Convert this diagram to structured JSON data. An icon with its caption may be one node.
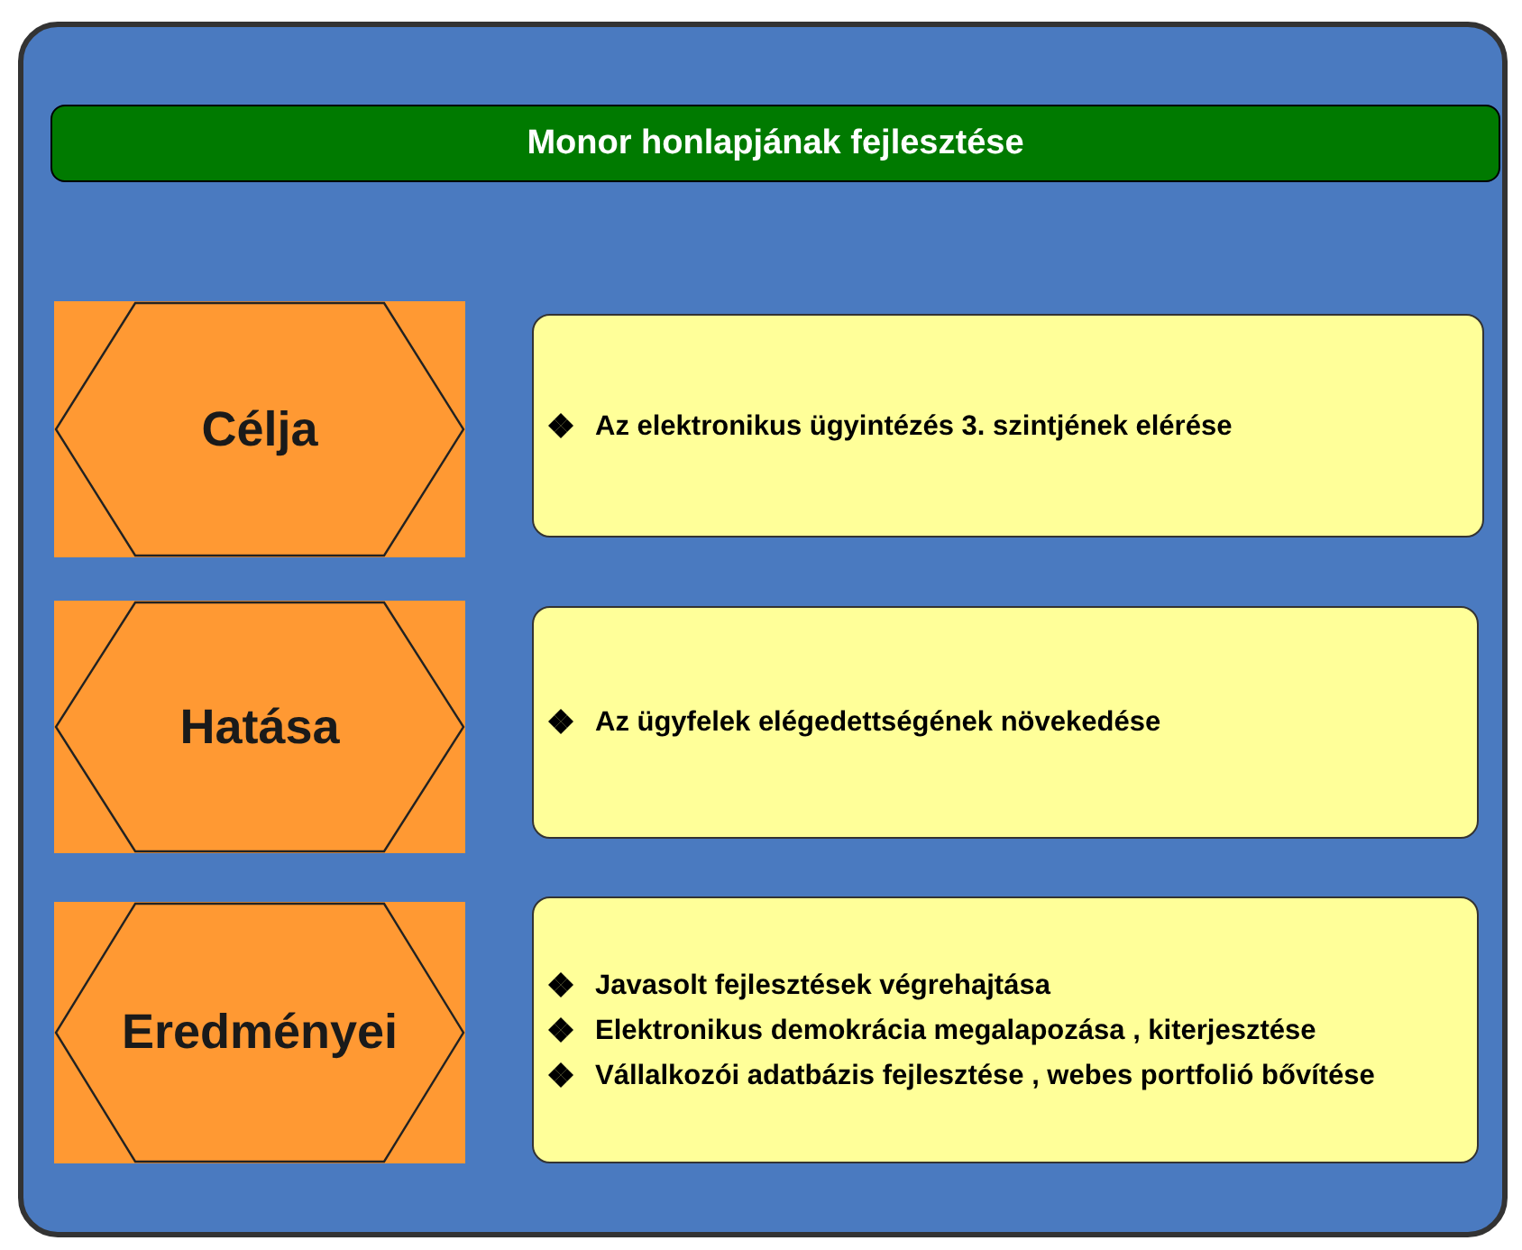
{
  "diagram": {
    "nodes": [
      {
        "text": [
          "Monor honlapjának fejlesztése"
        ]
      },
      {
        "text": [
          "Célja"
        ]
      },
      {
        "text": [
          "Az elektronikus ügyintézés 3. szintjének elérése"
        ]
      },
      {
        "text": [
          "Hatása"
        ]
      },
      {
        "text": [
          "Az ügyfelek elégedettségének növekedése"
        ]
      },
      {
        "text": [
          "Eredményei"
        ]
      },
      {
        "text": [
          "Javasolt fejlesztések végrehajtása",
          "Elektronikus demokrácia megalapozása , kiterjesztése",
          "Vállalkozói adatbázis fejlesztése , webes portfolió bővítése"
        ]
      }
    ],
    "edges": []
  }
}
